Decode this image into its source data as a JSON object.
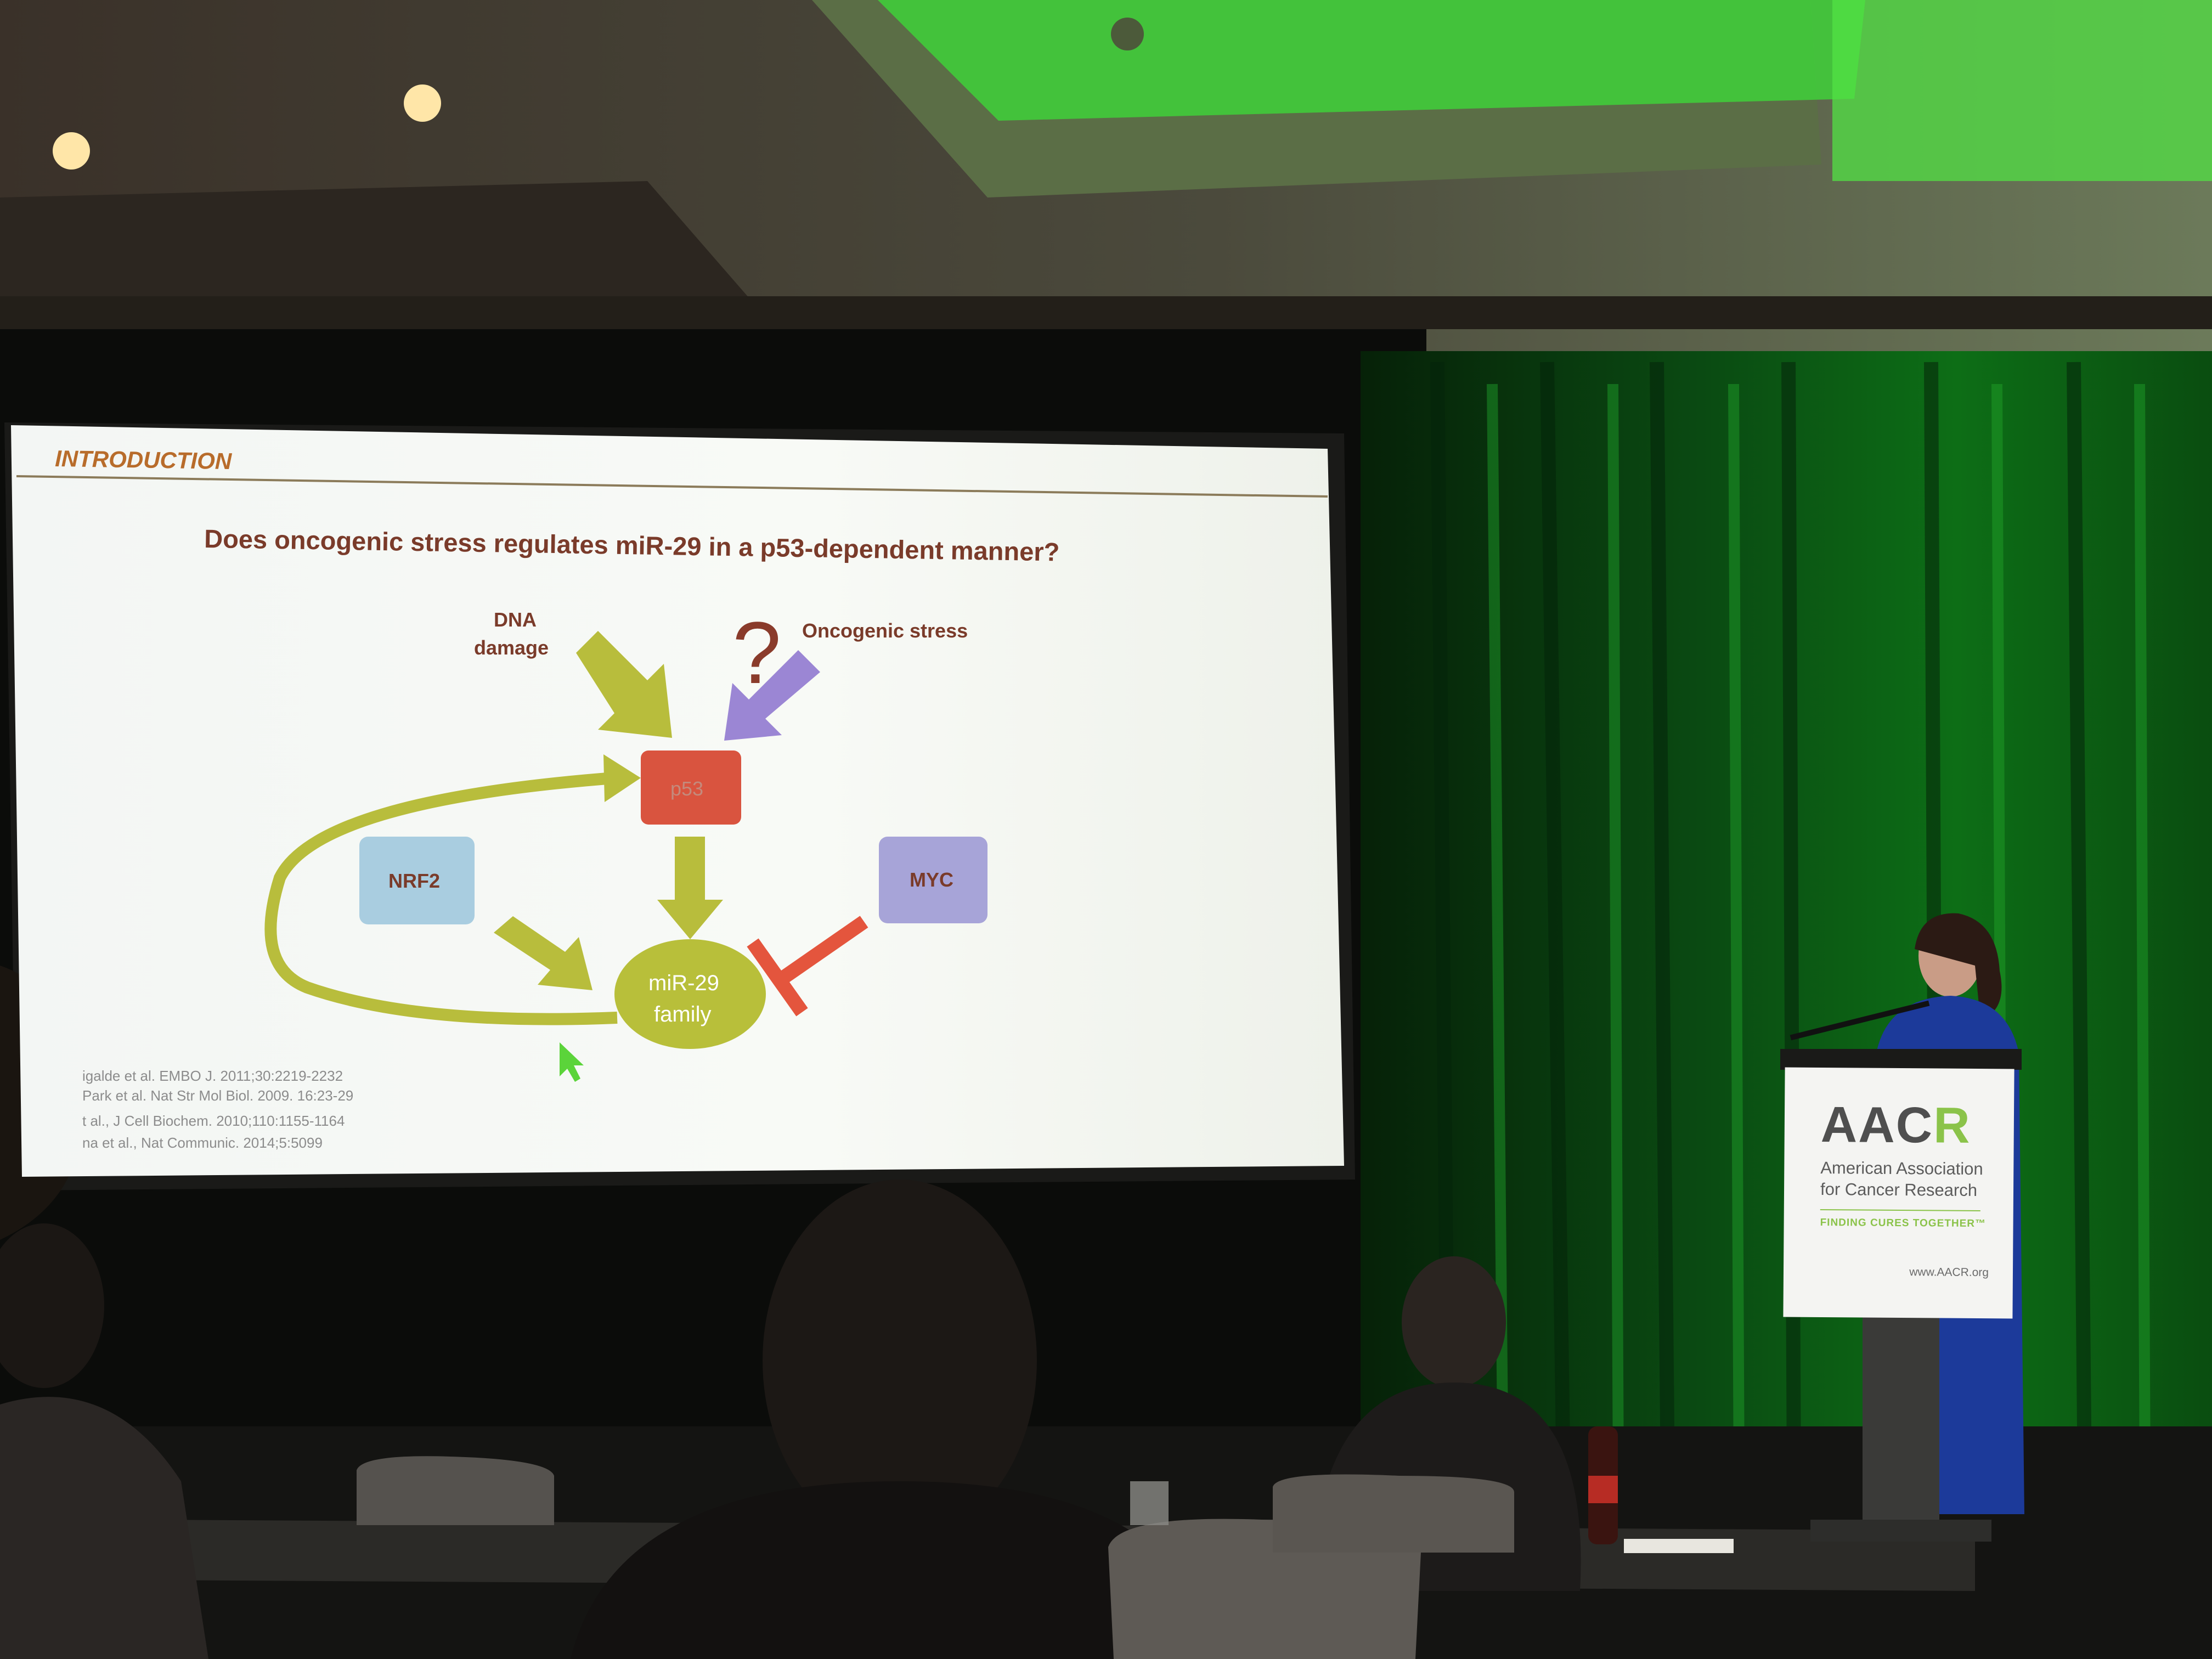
{
  "slide": {
    "section_label": "INTRODUCTION",
    "question": "Does oncogenic stress regulates miR-29 in a p53-dependent manner?",
    "nodes": {
      "dna_damage_line1": "DNA",
      "dna_damage_line2": "damage",
      "question_mark": "?",
      "oncogenic_stress": "Oncogenic stress",
      "p53": "p53",
      "nrf2": "NRF2",
      "myc": "MYC",
      "mir29_line1": "miR-29",
      "mir29_line2": "family"
    },
    "references": [
      "igalde et al. EMBO J. 2011;30:2219-2232",
      "Park et al. Nat Str Mol Biol. 2009. 16:23-29",
      "t al., J Cell Biochem. 2010;110:1155-1164",
      "na et al., Nat Communic. 2014;5:5099"
    ],
    "colors": {
      "arrow_olive": "#b8bd3c",
      "p53_box": "#d9543f",
      "nrf2_box": "#a9cde0",
      "myc_box": "#a7a4d8",
      "mir29_ellipse": "#b8bf3a",
      "oncogenic_arrow": "#9b86d4",
      "inhibit_bar": "#e4553d"
    }
  },
  "podium": {
    "logo_main": "AAC",
    "logo_r": "R",
    "org_line1": "American Association",
    "org_line2": "for Cancer Research",
    "tagline": "FINDING CURES TOGETHER™",
    "url": "www.AACR.org"
  }
}
